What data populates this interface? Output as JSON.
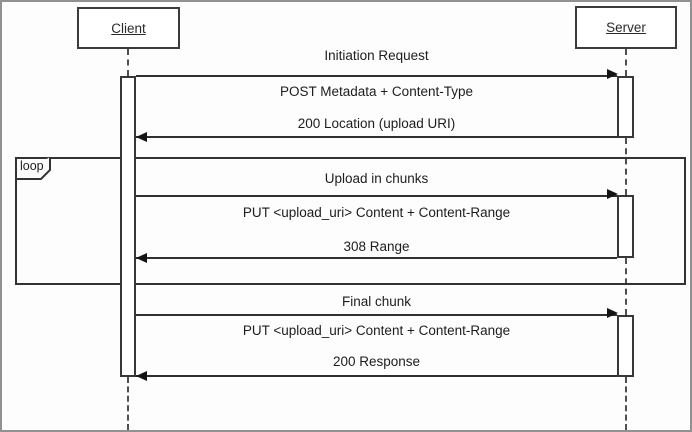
{
  "diagram": {
    "actors": [
      {
        "label": "Client"
      },
      {
        "label": "Server"
      }
    ],
    "fragment": {
      "operator": "loop"
    },
    "sections": [
      {
        "title": "Initiation Request",
        "request": "POST Metadata + Content-Type",
        "response": "200 Location (upload URI)"
      },
      {
        "title": "Upload in chunks",
        "request": "PUT <upload_uri> Content + Content-Range",
        "response": "308 Range"
      },
      {
        "title": "Final chunk",
        "request": "PUT <upload_uri> Content + Content-Range",
        "response": "200 Response"
      }
    ],
    "colors": {
      "line": "#333333",
      "text": "#1f1f1f",
      "canvas_border": "#919191",
      "background": "#fdfdfd"
    }
  }
}
